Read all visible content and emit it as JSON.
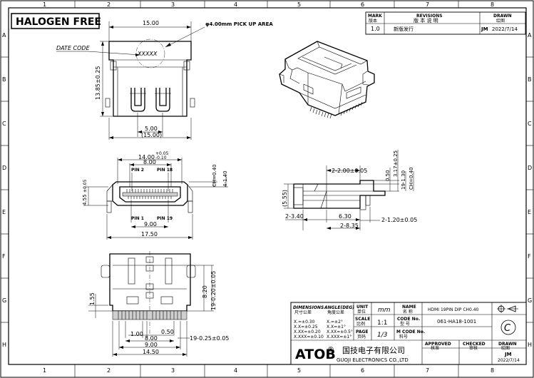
{
  "header": {
    "badge": "HALOGEN FREE",
    "grid_columns": [
      "1",
      "2",
      "3",
      "4",
      "5",
      "6",
      "7",
      "8"
    ],
    "grid_rows": [
      "A",
      "B",
      "C",
      "D",
      "E",
      "F",
      "G",
      "H"
    ]
  },
  "revisions": {
    "mark_label": "MARK",
    "mark_cn": "版本",
    "title": "REVISIONS",
    "title_cn": "版 本 说 明",
    "drawn_label": "DRAWN",
    "drawn_cn": "绘图",
    "row": {
      "mark": "1.0",
      "desc": "新版发行",
      "drawn_by": "JM",
      "date": "2022/7/14"
    }
  },
  "top_view": {
    "width_dim": "15.00",
    "pickup_note": "φ4.00mm PICK UP AREA",
    "date_code_label": "DATE CODE",
    "date_code": "XXXXX",
    "height_dim": "13.85±0.25",
    "pin_pitch": "5.00",
    "pin_span": "(15.00)"
  },
  "front_view": {
    "dim_top_tol": "+0.05",
    "dim_top_tol2": "-0.10",
    "dim_top": "14.00",
    "dim_inner": "8.00",
    "pin2": "PIN 2",
    "pin18": "PIN 18",
    "pin1": "PIN 1",
    "pin19": "PIN 19",
    "dim_bottom_inner": "9.00",
    "dim_bottom": "17.50",
    "dim_left": "4.55",
    "dim_left_tol": "±0.05",
    "dim_right1": "CH=0.40",
    "dim_right2": "4-1.40"
  },
  "side_view": {
    "dim_pitch": "2-2.00±0.05",
    "dim_v1": "0.50",
    "dim_v2": "3.17±0.25",
    "dim_v3": "19-1.30",
    "dim_v4": "CH=0.40",
    "dim_left": "(5.55)",
    "dim_b1": "2-3.40",
    "dim_b2": "6.30",
    "dim_b3": "2-8.35",
    "dim_b4": "2-1.20±0.05"
  },
  "bottom_view": {
    "dim_left": "1.55",
    "dim_r1": "8.20",
    "dim_r2": "19-0.20±0.05",
    "dim_w1": "1.00",
    "dim_w2": "0.50",
    "dim_w3": "8.00",
    "dim_w4": "9.00",
    "dim_w5": "14.50",
    "dim_pins": "19-0.25±0.05"
  },
  "title_block": {
    "dimensions_label": "DIMENSIONS",
    "dimensions_cn": "尺寸公差",
    "angle_label": "ANGLE(DEG)",
    "angle_cn": "角度公差",
    "tol": [
      [
        "X.=±0.30",
        "X.=±2°"
      ],
      [
        "X.X=±0.25",
        "X.X=±1°"
      ],
      [
        "X.XX=±0.20",
        "X.XX=±0.5°"
      ],
      [
        "X.XXX=±0.10",
        "X.XXX=±1°"
      ]
    ],
    "unit_label": "UNIT",
    "unit_cn": "单位",
    "unit": "mm",
    "name_label": "NAME",
    "name_cn": "名 称",
    "name": "HDMI 19PIN DIP CH0.40",
    "scale_label": "SCALE",
    "scale_cn": "比例",
    "scale": "1:1",
    "code_label": "CODE No.",
    "code_cn": "型 号",
    "code": "061-HA18-1001",
    "page_label": "PAGE",
    "page_cn": "页码",
    "page": "1/3",
    "mcode_label": "M CODE No.",
    "mcode_cn": "料号",
    "logo": "ATOB",
    "company_cn": "国技电子有限公司",
    "company_en": "GUOJI ELECTRONICS CO.,LTD",
    "approved_label": "APPROVED",
    "approved_cn": "核准",
    "checked_label": "CHECKED",
    "checked_cn": "审核",
    "drawn_label": "DRAWN",
    "drawn_cn": "绘图",
    "drawn_by": "JM",
    "drawn_date": "2022/7/14",
    "copyright_symbol": "C"
  }
}
